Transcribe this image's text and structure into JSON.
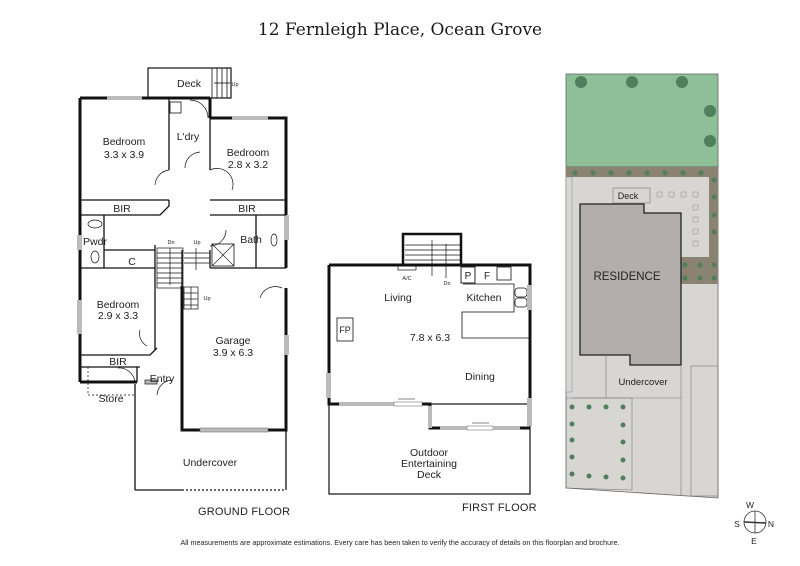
{
  "header": {
    "title": "12 Fernleigh Place, Ocean Grove"
  },
  "ground_floor": {
    "label": "GROUND FLOOR",
    "rooms": {
      "deck": "Deck",
      "laundry": "L'dry",
      "bedroom1_name": "Bedroom",
      "bedroom1_size": "3.3 x 3.9",
      "bedroom2_name": "Bedroom",
      "bedroom2_size": "2.8 x 3.2",
      "bir1": "BIR",
      "bir2": "BIR",
      "bir3": "BIR",
      "powder": "Pwdr",
      "cupboard": "C",
      "bath": "Bath",
      "bedroom3_name": "Bedroom",
      "bedroom3_size": "2.9 x 3.3",
      "garage_name": "Garage",
      "garage_size": "3.9 x 6.3",
      "entry": "Entry",
      "store": "Store",
      "undercover": "Undercover"
    },
    "stairs": {
      "dn": "Dn",
      "up": "Up",
      "up2": "Up",
      "deck_up": "Up"
    }
  },
  "first_floor": {
    "label": "FIRST FLOOR",
    "rooms": {
      "living": "Living",
      "kitchen": "Kitchen",
      "size": "7.8 x 6.3",
      "dining": "Dining",
      "fireplace": "FP",
      "pantry": "P",
      "fridge": "F",
      "ac": "A/C",
      "dn": "Dn",
      "outdoor_1": "Outdoor",
      "outdoor_2": "Entertaining",
      "outdoor_3": "Deck"
    }
  },
  "site_plan": {
    "residence": "RESIDENCE",
    "deck": "Deck",
    "undercover": "Undercover",
    "colors": {
      "lawn": "#8fbf97",
      "paving": "#d8d6d3",
      "residence": "#b3aeab",
      "garden_bed": "#8b8371",
      "tree": "#4f7f5c"
    }
  },
  "compass": {
    "n": "N",
    "s": "S",
    "e": "E",
    "w": "W"
  },
  "footer": {
    "disclaimer": "All measurements are approximate estimations. Every care has been taken to verify the accuracy of details on this floorplan and brochure."
  }
}
